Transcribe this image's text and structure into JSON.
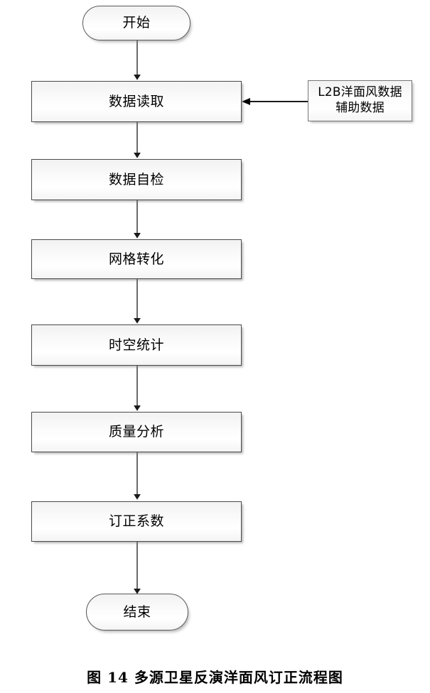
{
  "figure": {
    "caption": "图 14  多源卫星反演洋面风订正流程图",
    "title_text": "多源卫星反演洋面风订正流程图",
    "figure_number": "图 14"
  },
  "diagram": {
    "type": "flowchart",
    "orientation": "top-to-bottom",
    "nodes": [
      {
        "id": "start",
        "label": "开始",
        "shape": "terminator"
      },
      {
        "id": "read",
        "label": "数据读取",
        "shape": "process"
      },
      {
        "id": "selfcheck",
        "label": "数据自检",
        "shape": "process"
      },
      {
        "id": "grid",
        "label": "网格转化",
        "shape": "process"
      },
      {
        "id": "stats",
        "label": "时空统计",
        "shape": "process"
      },
      {
        "id": "quality",
        "label": "质量分析",
        "shape": "process"
      },
      {
        "id": "coef",
        "label": "订正系数",
        "shape": "process"
      },
      {
        "id": "end",
        "label": "结束",
        "shape": "terminator"
      },
      {
        "id": "input",
        "label": "L2B洋面风数据\n辅助数据",
        "shape": "data-input"
      }
    ],
    "edges": [
      {
        "from": "start",
        "to": "read",
        "style": "arrow-down"
      },
      {
        "from": "read",
        "to": "selfcheck",
        "style": "arrow-down"
      },
      {
        "from": "selfcheck",
        "to": "grid",
        "style": "arrow-down"
      },
      {
        "from": "grid",
        "to": "stats",
        "style": "arrow-down"
      },
      {
        "from": "stats",
        "to": "quality",
        "style": "arrow-down"
      },
      {
        "from": "quality",
        "to": "coef",
        "style": "arrow-down"
      },
      {
        "from": "coef",
        "to": "end",
        "style": "arrow-down"
      },
      {
        "from": "input",
        "to": "read",
        "style": "arrow-left"
      }
    ]
  },
  "colors": {
    "stroke": "#4a4a4a",
    "connector": "#555555",
    "arrowhead": "#000000",
    "fill_top": "#f2f2f2",
    "fill_bottom": "#f4f4f4",
    "text": "#000000",
    "background": "#ffffff"
  }
}
